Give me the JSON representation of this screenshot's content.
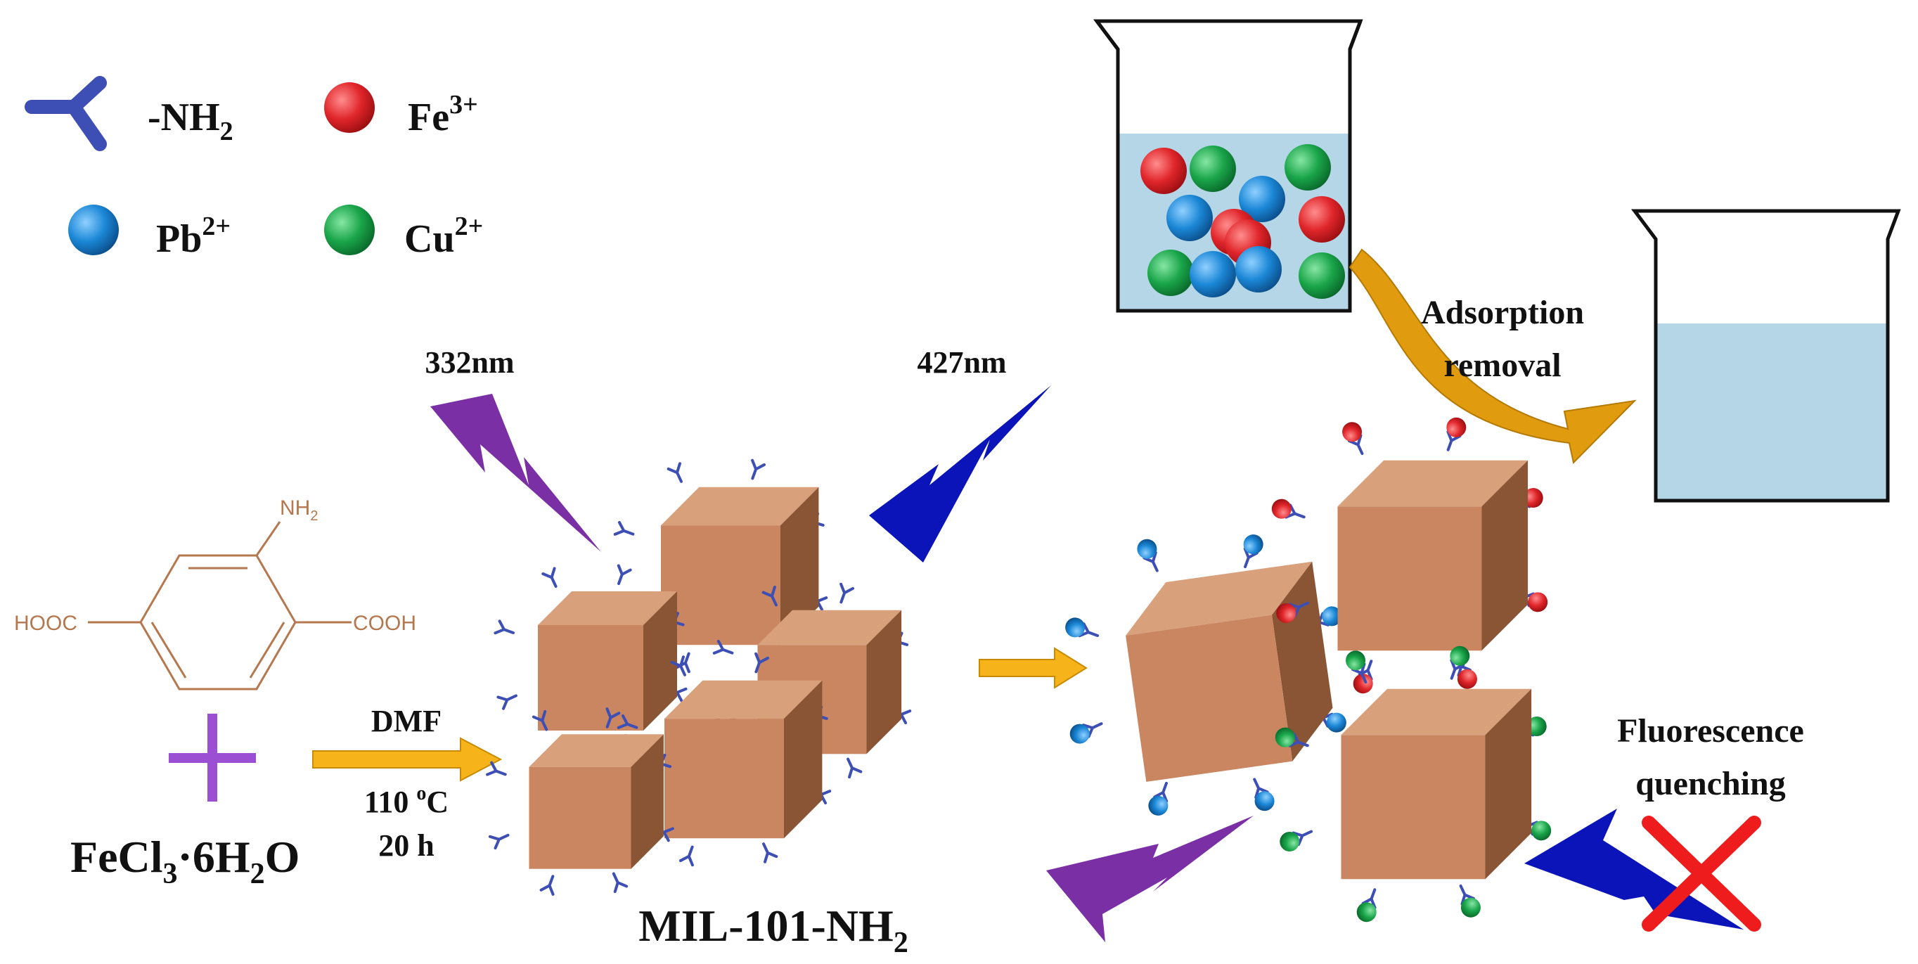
{
  "legend": {
    "nh2_label": "-NH",
    "nh2_sub": "2",
    "fe_label": "Fe",
    "fe_sup": "3+",
    "pb_label": "Pb",
    "pb_sup": "2+",
    "cu_label": "Cu",
    "cu_sup": "2+"
  },
  "colors": {
    "fe": "#e0262b",
    "pb": "#1b87d6",
    "cu": "#1aa54a",
    "linker": "#3d4fb5",
    "mof_front": "#c98660",
    "mof_top": "#d9a07c",
    "mof_side": "#8a5535",
    "arrow": "#f6b41a",
    "curved_arrow": "#e09b0e",
    "excitation": "#7a2fa5",
    "emission": "#0a14b8",
    "cross": "#ee1c1c",
    "plus": "#9b4fd2",
    "water": "#b4d6e6",
    "molecule": "#b5774e"
  },
  "molecule": {
    "nh2": "NH",
    "nh2_sub": "2",
    "left_group": "HOOC",
    "right_group": "COOH"
  },
  "reagent": {
    "text_a": "FeCl",
    "sub_a": "3",
    "text_b": "·6H",
    "sub_b": "2",
    "text_c": "O"
  },
  "conditions": {
    "solvent": "DMF",
    "temperature_a": "110 ",
    "temperature_sup": "o",
    "temperature_b": "C",
    "time": "20 h"
  },
  "wavelengths": {
    "excitation": "332nm",
    "emission": "427nm"
  },
  "product": {
    "name": "MIL-101-NH",
    "name_sub": "2"
  },
  "adsorption": {
    "line1": "Adsorption",
    "line2": "removal"
  },
  "quenching": {
    "line1": "Fluorescence",
    "line2": "quenching"
  }
}
